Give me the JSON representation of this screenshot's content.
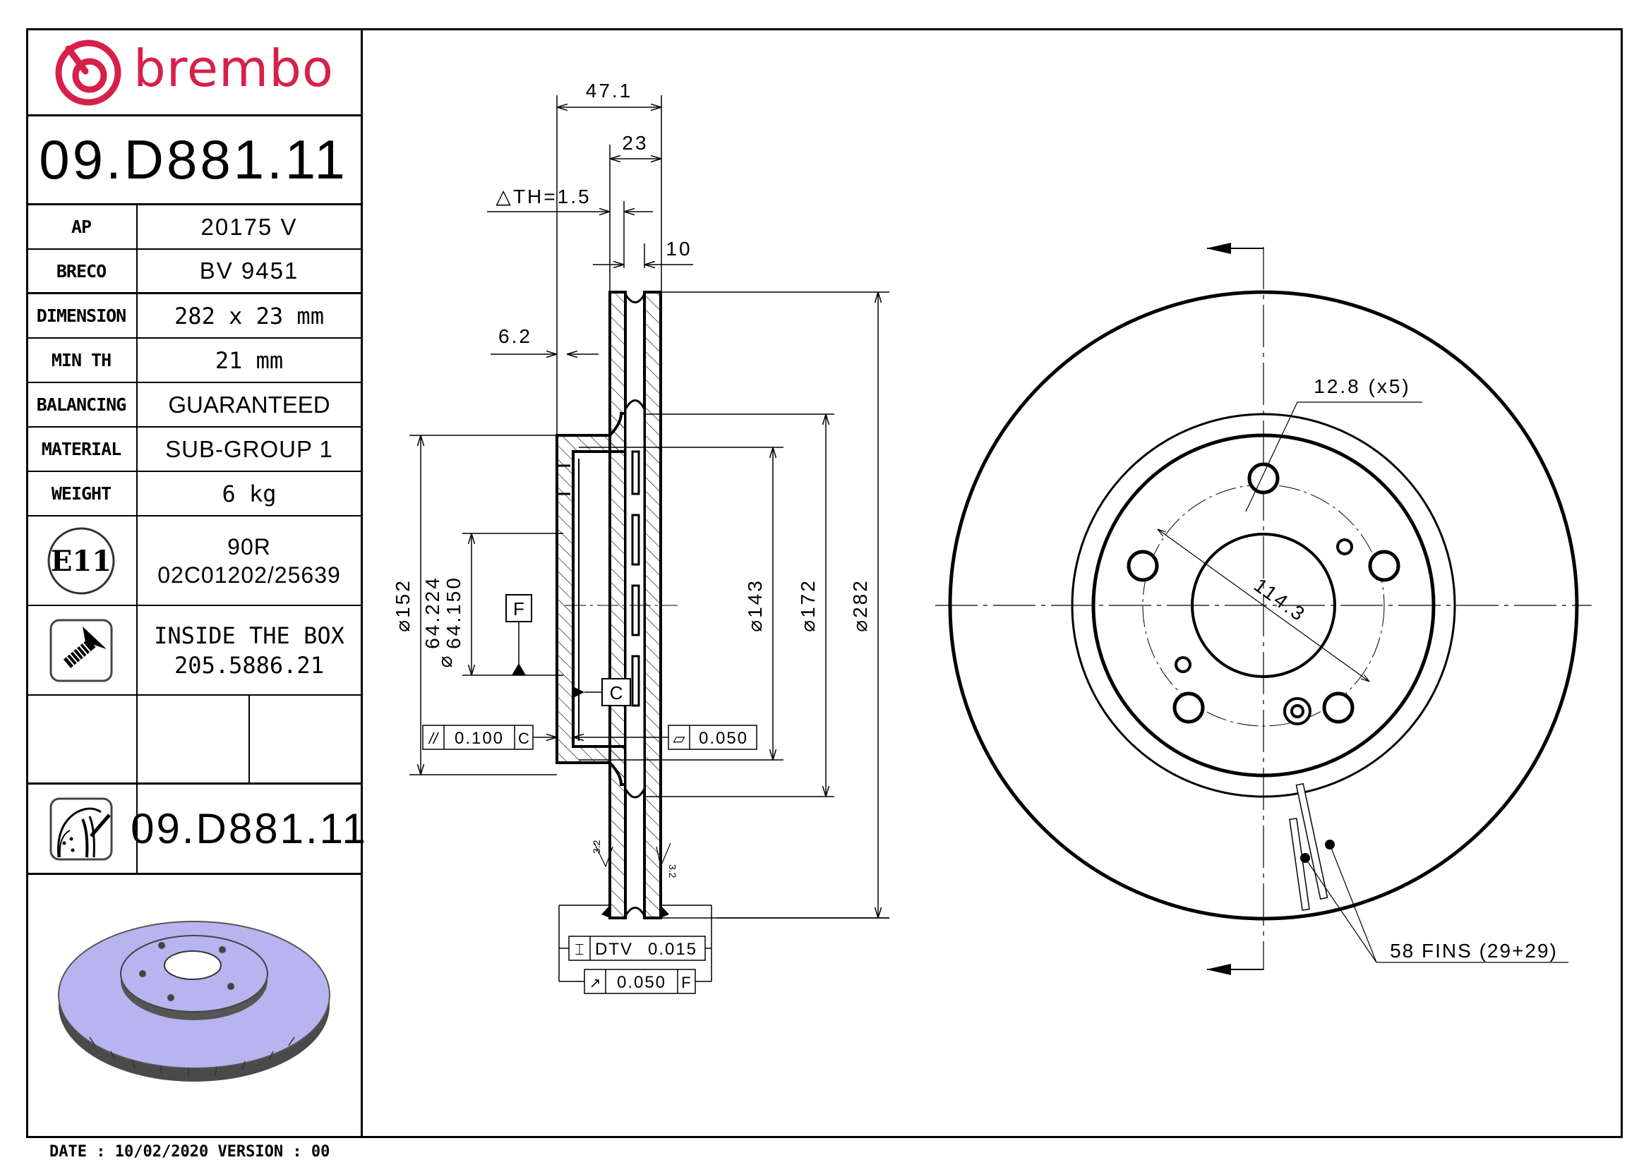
{
  "header": {
    "brand": "brembo",
    "brand_color": "#d6204a",
    "part_number": "09.D881.11"
  },
  "specs": [
    {
      "label": "AP",
      "value": "20175 V"
    },
    {
      "label": "BRECO",
      "value": "BV 9451"
    },
    {
      "label": "DIMENSION",
      "value": "282 x 23 mm"
    },
    {
      "label": "MIN TH",
      "value": "21 mm"
    },
    {
      "label": "BALANCING",
      "value": "GUARANTEED"
    },
    {
      "label": "MATERIAL",
      "value": "SUB-GROUP 1"
    },
    {
      "label": "WEIGHT",
      "value": "6 kg"
    }
  ],
  "approval": {
    "icon": "e11-approval-icon",
    "icon_text": "E11",
    "line1": "90R",
    "line2": "02C01202/25639"
  },
  "inside_box": {
    "icon": "screw-icon",
    "line1": "INSIDE THE BOX",
    "line2": "205.5886.21"
  },
  "disc_ref": {
    "icon": "disc-caliper-icon",
    "part_number": "09.D881.11"
  },
  "product_image": {
    "icon": "brake-disc-3d-render",
    "color": "#b8b4ef"
  },
  "footer": {
    "date_label": "DATE :",
    "date": "10/02/2020",
    "version_label": "VERSION :",
    "version": "00"
  },
  "section_view": {
    "dim_overall_width": "47.1",
    "dim_thickness": "23",
    "dim_th_tolerance": "△TH=1.5",
    "dim_vent": "10",
    "dim_hat": "6.2",
    "dia_152": "⌀152",
    "dia_bore_max": "64.224",
    "dia_bore_min": "64.150",
    "dia_bore_symbol": "⌀",
    "dia_143": "⌀143",
    "dia_172": "⌀172",
    "dia_282": "⌀282",
    "datum_f": "F",
    "datum_c": "C",
    "parallelism": {
      "symbol": "//",
      "value": "0.100",
      "datum": "C"
    },
    "flatness": {
      "symbol": "▱",
      "value": "0.050"
    },
    "dtv": {
      "symbol": "⌶",
      "label": "DTV",
      "value": "0.015"
    },
    "runout": {
      "symbol": "↗",
      "value": "0.050",
      "datum": "F"
    },
    "roughness_left": "3.2",
    "roughness_right": "3.2"
  },
  "front_view": {
    "bolt_hole": "12.8 (x5)",
    "pcd": "114.3",
    "fins": "58 FINS (29+29)"
  }
}
